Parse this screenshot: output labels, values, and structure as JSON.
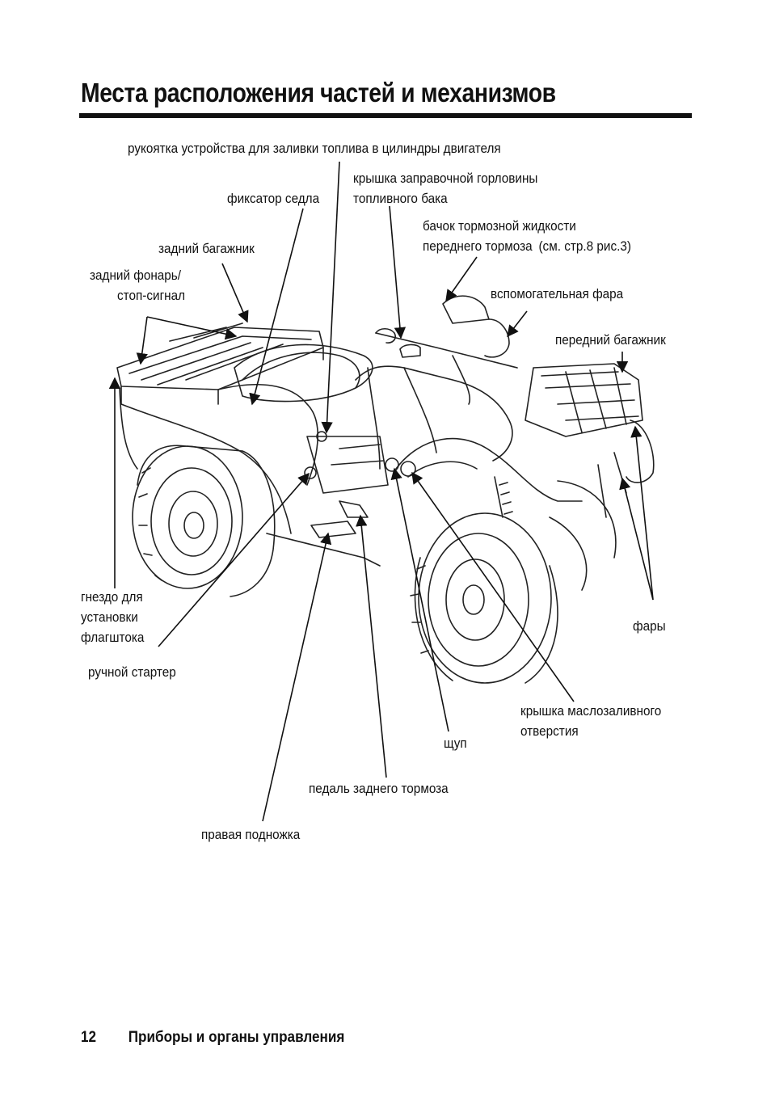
{
  "title": "Места расположения частей и механизмов",
  "labels": {
    "choke": "рукоятка устройства для заливки топлива в цилиндры двигателя",
    "fuel_cap_1": "крышка заправочной горловины",
    "fuel_cap_2": "топливного бака",
    "seat_lock": "фиксатор седла",
    "brake_reservoir_1": "бачок тормозной жидкости",
    "brake_reservoir_2": "переднего тормоза",
    "brake_reservoir_ref": "(см. стр.8 рис.3)",
    "rear_carrier": "задний багажник",
    "tail_light_1": "задний фонарь/",
    "tail_light_2": "стоп-сигнал",
    "aux_light": "вспомогательная  фара",
    "front_carrier": "передний багажник",
    "flag_socket_1": "гнездо для",
    "flag_socket_2": "установки",
    "flag_socket_3": "флагштока",
    "recoil_starter": "ручной стартер",
    "headlights": "фары",
    "oil_cap_1": "крышка маслозаливного",
    "oil_cap_2": "отверстия",
    "dipstick": "щуп",
    "rear_brake_pedal": "педаль заднего тормоза",
    "right_footpeg": "правая подножка"
  },
  "footer": {
    "page_number": "12",
    "section": "Приборы и органы управления"
  }
}
